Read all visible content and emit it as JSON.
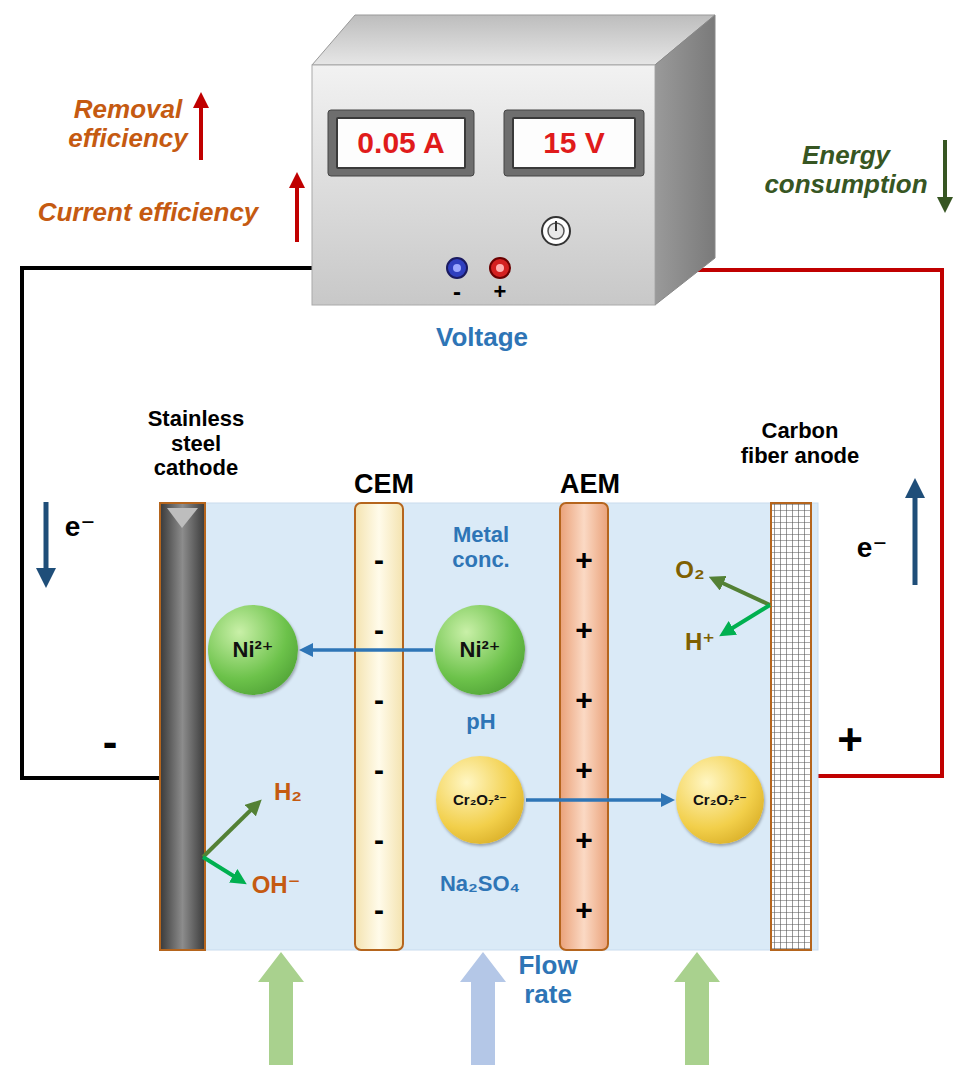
{
  "diagram": {
    "nodes": [
      {
        "text": [
          "0.05 A"
        ]
      },
      {
        "text": [
          "15 V"
        ]
      },
      {
        "text": [
          "Ni²⁺"
        ]
      },
      {
        "text": [
          "Ni²⁺"
        ]
      },
      {
        "text": [
          "Cr₂O₇²⁻"
        ]
      },
      {
        "text": [
          "Cr₂O₇²⁻"
        ]
      }
    ],
    "edges": [
      {
        "from": 3,
        "to": 2,
        "arrow": "to"
      },
      {
        "from": 4,
        "to": 5,
        "arrow": "to"
      }
    ],
    "labels": [
      "Removal efficiency",
      "Current efficiency",
      "Energy consumption",
      "-",
      "+",
      "Voltage",
      "Stainless steel cathode",
      "CEM",
      "AEM",
      "Carbon fiber anode",
      "e⁻",
      "e⁻",
      "O₂",
      "H⁺",
      "H₂",
      "OH⁻",
      "Metal conc.",
      "pH",
      "Na₂SO₄",
      "Flow rate",
      "-",
      "+",
      "-",
      "-",
      "-",
      "-",
      "-",
      "-",
      "+",
      "+",
      "+",
      "+",
      "+",
      "+"
    ]
  }
}
